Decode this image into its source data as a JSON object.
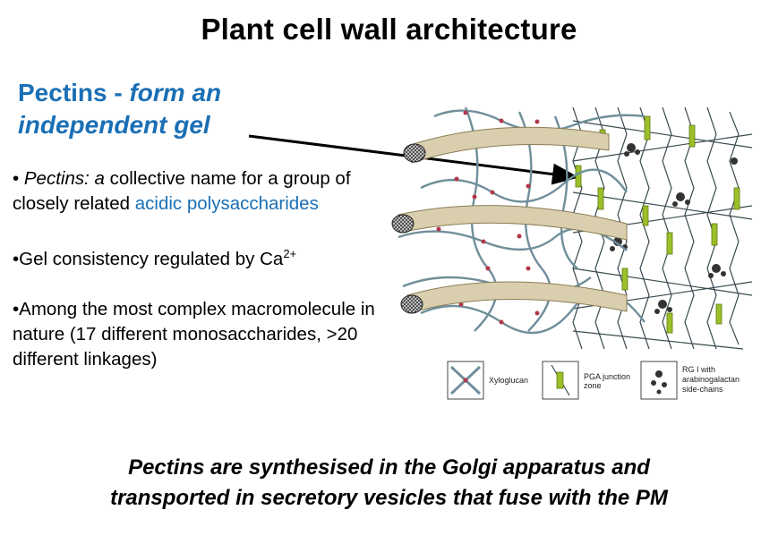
{
  "slide": {
    "title": "Plant cell wall architecture",
    "heading_part1": "Pectins - ",
    "heading_part2": "form an independent gel",
    "bullet1_prefix": "• ",
    "bullet1_italic": "Pectins: a",
    "bullet1_text": " collective name for a group of closely related ",
    "bullet1_blue": "acidic polysaccharides",
    "bullet2_text": "•Gel consistency regulated by Ca",
    "bullet2_sup": "2+",
    "bullet3_text": "•Among the most complex macromolecule in nature (17 different monosaccharides, >20 different linkages)",
    "bottom_line1": "Pectins are synthesised in the Golgi apparatus and",
    "bottom_line2": "transported in secretory vesicles that fuse with the PM"
  },
  "legend": {
    "xyloglucan": "Xyloglucan",
    "pga_line1": "PGA junction",
    "pga_line2": "zone",
    "rg_line1": "RG I with",
    "rg_line2": "arabinogalactan",
    "rg_line3": "side-chains"
  },
  "colors": {
    "heading_blue": "#1a6fb5",
    "cellulose": "#d9cfae",
    "xyloglucan": "#6f8f9a",
    "pga_green": "#9cbf2a",
    "rg_dark": "#333333",
    "node_red": "#b0374a"
  }
}
